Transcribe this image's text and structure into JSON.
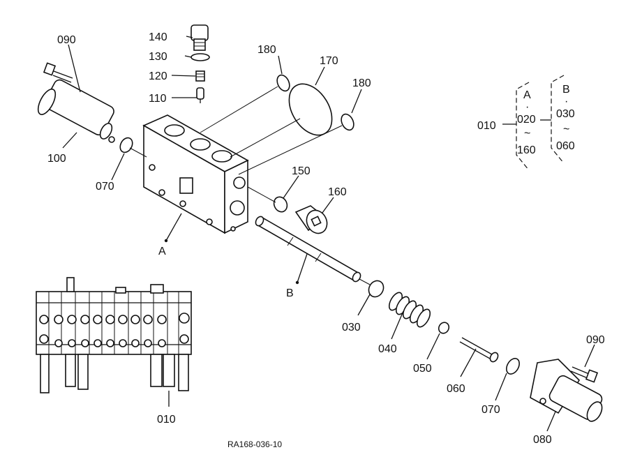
{
  "diagram": {
    "reference": "RA168-036-10",
    "parts": {
      "p010_main": "010",
      "p010_assy": "010",
      "p020": "020",
      "p030": "030",
      "p030b": "030",
      "p040": "040",
      "p050": "050",
      "p060": "060",
      "p060b": "060",
      "p070a": "070",
      "p070b": "070",
      "p080": "080",
      "p090a": "090",
      "p090b": "090",
      "p100": "100",
      "p110": "110",
      "p120": "120",
      "p130": "130",
      "p140": "140",
      "p150": "150",
      "p160": "160",
      "p160b": "160",
      "p170": "170",
      "p180a": "180",
      "p180b": "180"
    },
    "markers": {
      "a1": "A",
      "a2": "A",
      "b1": "B",
      "b2": "B",
      "dot1": "·",
      "dot2": "·",
      "tilde1": "~",
      "tilde2": "~"
    }
  }
}
